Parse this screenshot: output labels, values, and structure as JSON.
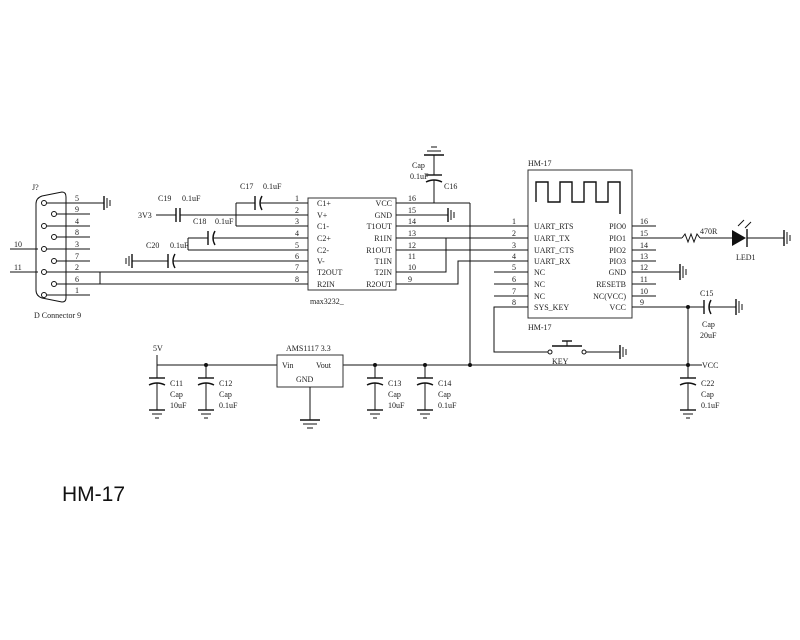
{
  "caption": "HM-17",
  "db9": {
    "ref": "J?",
    "name": "D Connector 9",
    "pins": [
      "5",
      "9",
      "4",
      "8",
      "3",
      "7",
      "2",
      "6",
      "1"
    ],
    "net_left": [
      "10",
      "11"
    ]
  },
  "max3232": {
    "name": "max3232_",
    "left_pins": [
      "C1+",
      "V+",
      "C1-",
      "C2+",
      "C2-",
      "V-",
      "T2OUT",
      "R2IN"
    ],
    "left_nums": [
      "1",
      "2",
      "3",
      "4",
      "5",
      "6",
      "7",
      "8"
    ],
    "right_pins": [
      "VCC",
      "GND",
      "T1OUT",
      "R1IN",
      "R1OUT",
      "T1IN",
      "T2IN",
      "R2OUT"
    ],
    "right_nums": [
      "16",
      "15",
      "14",
      "13",
      "12",
      "11",
      "10",
      "9"
    ]
  },
  "caps_top": {
    "c19": {
      "ref": "C19",
      "val": "0.1uF"
    },
    "c17": {
      "ref": "C17",
      "val": "0.1uF"
    },
    "c18": {
      "ref": "C18",
      "val": "0.1uF"
    },
    "c20": {
      "ref": "C20",
      "val": "0.1uF"
    },
    "c16": {
      "ref": "C16",
      "cap": "Cap",
      "val": "0.1uF"
    },
    "net3v3": "3V3"
  },
  "hm17": {
    "title": "HM-17",
    "footer": "HM-17",
    "left_pins": [
      "UART_RTS",
      "UART_TX",
      "UART_CTS",
      "UART_RX",
      "NC",
      "NC",
      "NC",
      "SYS_KEY"
    ],
    "left_nums": [
      "1",
      "2",
      "3",
      "4",
      "5",
      "6",
      "7",
      "8"
    ],
    "right_pins": [
      "PIO0",
      "PIO1",
      "PIO2",
      "PIO3",
      "GND",
      "RESETB",
      "NC(VCC)",
      "VCC"
    ],
    "right_nums": [
      "16",
      "15",
      "14",
      "13",
      "12",
      "11",
      "10",
      "9"
    ]
  },
  "led": {
    "res": "470R",
    "name": "LED1"
  },
  "c15": {
    "ref": "C15",
    "cap": "Cap",
    "val": "20uF"
  },
  "key": "KEY",
  "vcc": "VCC",
  "c22": {
    "ref": "C22",
    "cap": "Cap",
    "val": "0.1uF"
  },
  "reg": {
    "name": "AMS1117 3.3",
    "vin": "Vin",
    "vout": "Vout",
    "gnd": "GND"
  },
  "net5v": "5V",
  "c11": {
    "ref": "C11",
    "cap": "Cap",
    "val": "10uF"
  },
  "c12": {
    "ref": "C12",
    "cap": "Cap",
    "val": "0.1uF"
  },
  "c13": {
    "ref": "C13",
    "cap": "Cap",
    "val": "10uF"
  },
  "c14": {
    "ref": "C14",
    "cap": "Cap",
    "val": "0.1uF"
  }
}
